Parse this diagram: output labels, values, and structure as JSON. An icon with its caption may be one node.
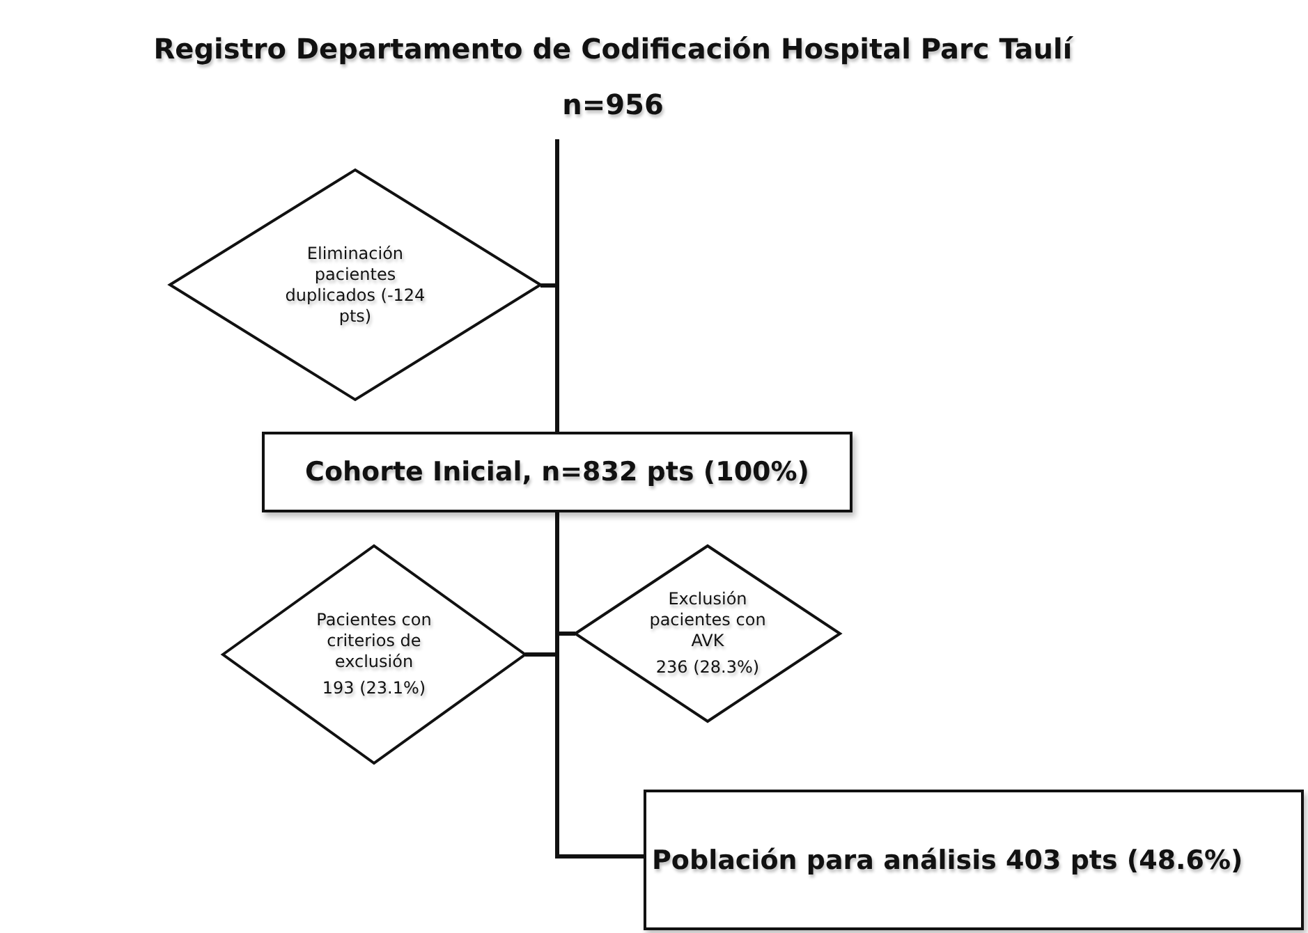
{
  "diagram": {
    "nodes": [
      {
        "text": [
          "Registro Departamento de Codificación Hospital Parc Taulí",
          "n=956"
        ]
      },
      {
        "text": [
          "Eliminación pacientes duplicados (-124 pts)"
        ]
      },
      {
        "text": [
          "Cohorte Inicial, n=832 pts (100%)"
        ]
      },
      {
        "text": [
          "Pacientes con criterios de exclusión",
          "193 (23.1%)"
        ]
      },
      {
        "text": [
          "Exclusión pacientes con AVK",
          "236 (28.3%)"
        ]
      },
      {
        "text": [
          "Población para análisis 403 pts (48.6%)"
        ]
      }
    ],
    "edges": [
      {
        "from": 0,
        "to": 1,
        "arrow": "none"
      },
      {
        "from": 0,
        "to": 2,
        "arrow": "none"
      },
      {
        "from": 2,
        "to": 3,
        "arrow": "none"
      },
      {
        "from": 2,
        "to": 4,
        "arrow": "none"
      },
      {
        "from": 2,
        "to": 5,
        "arrow": "none"
      }
    ]
  }
}
